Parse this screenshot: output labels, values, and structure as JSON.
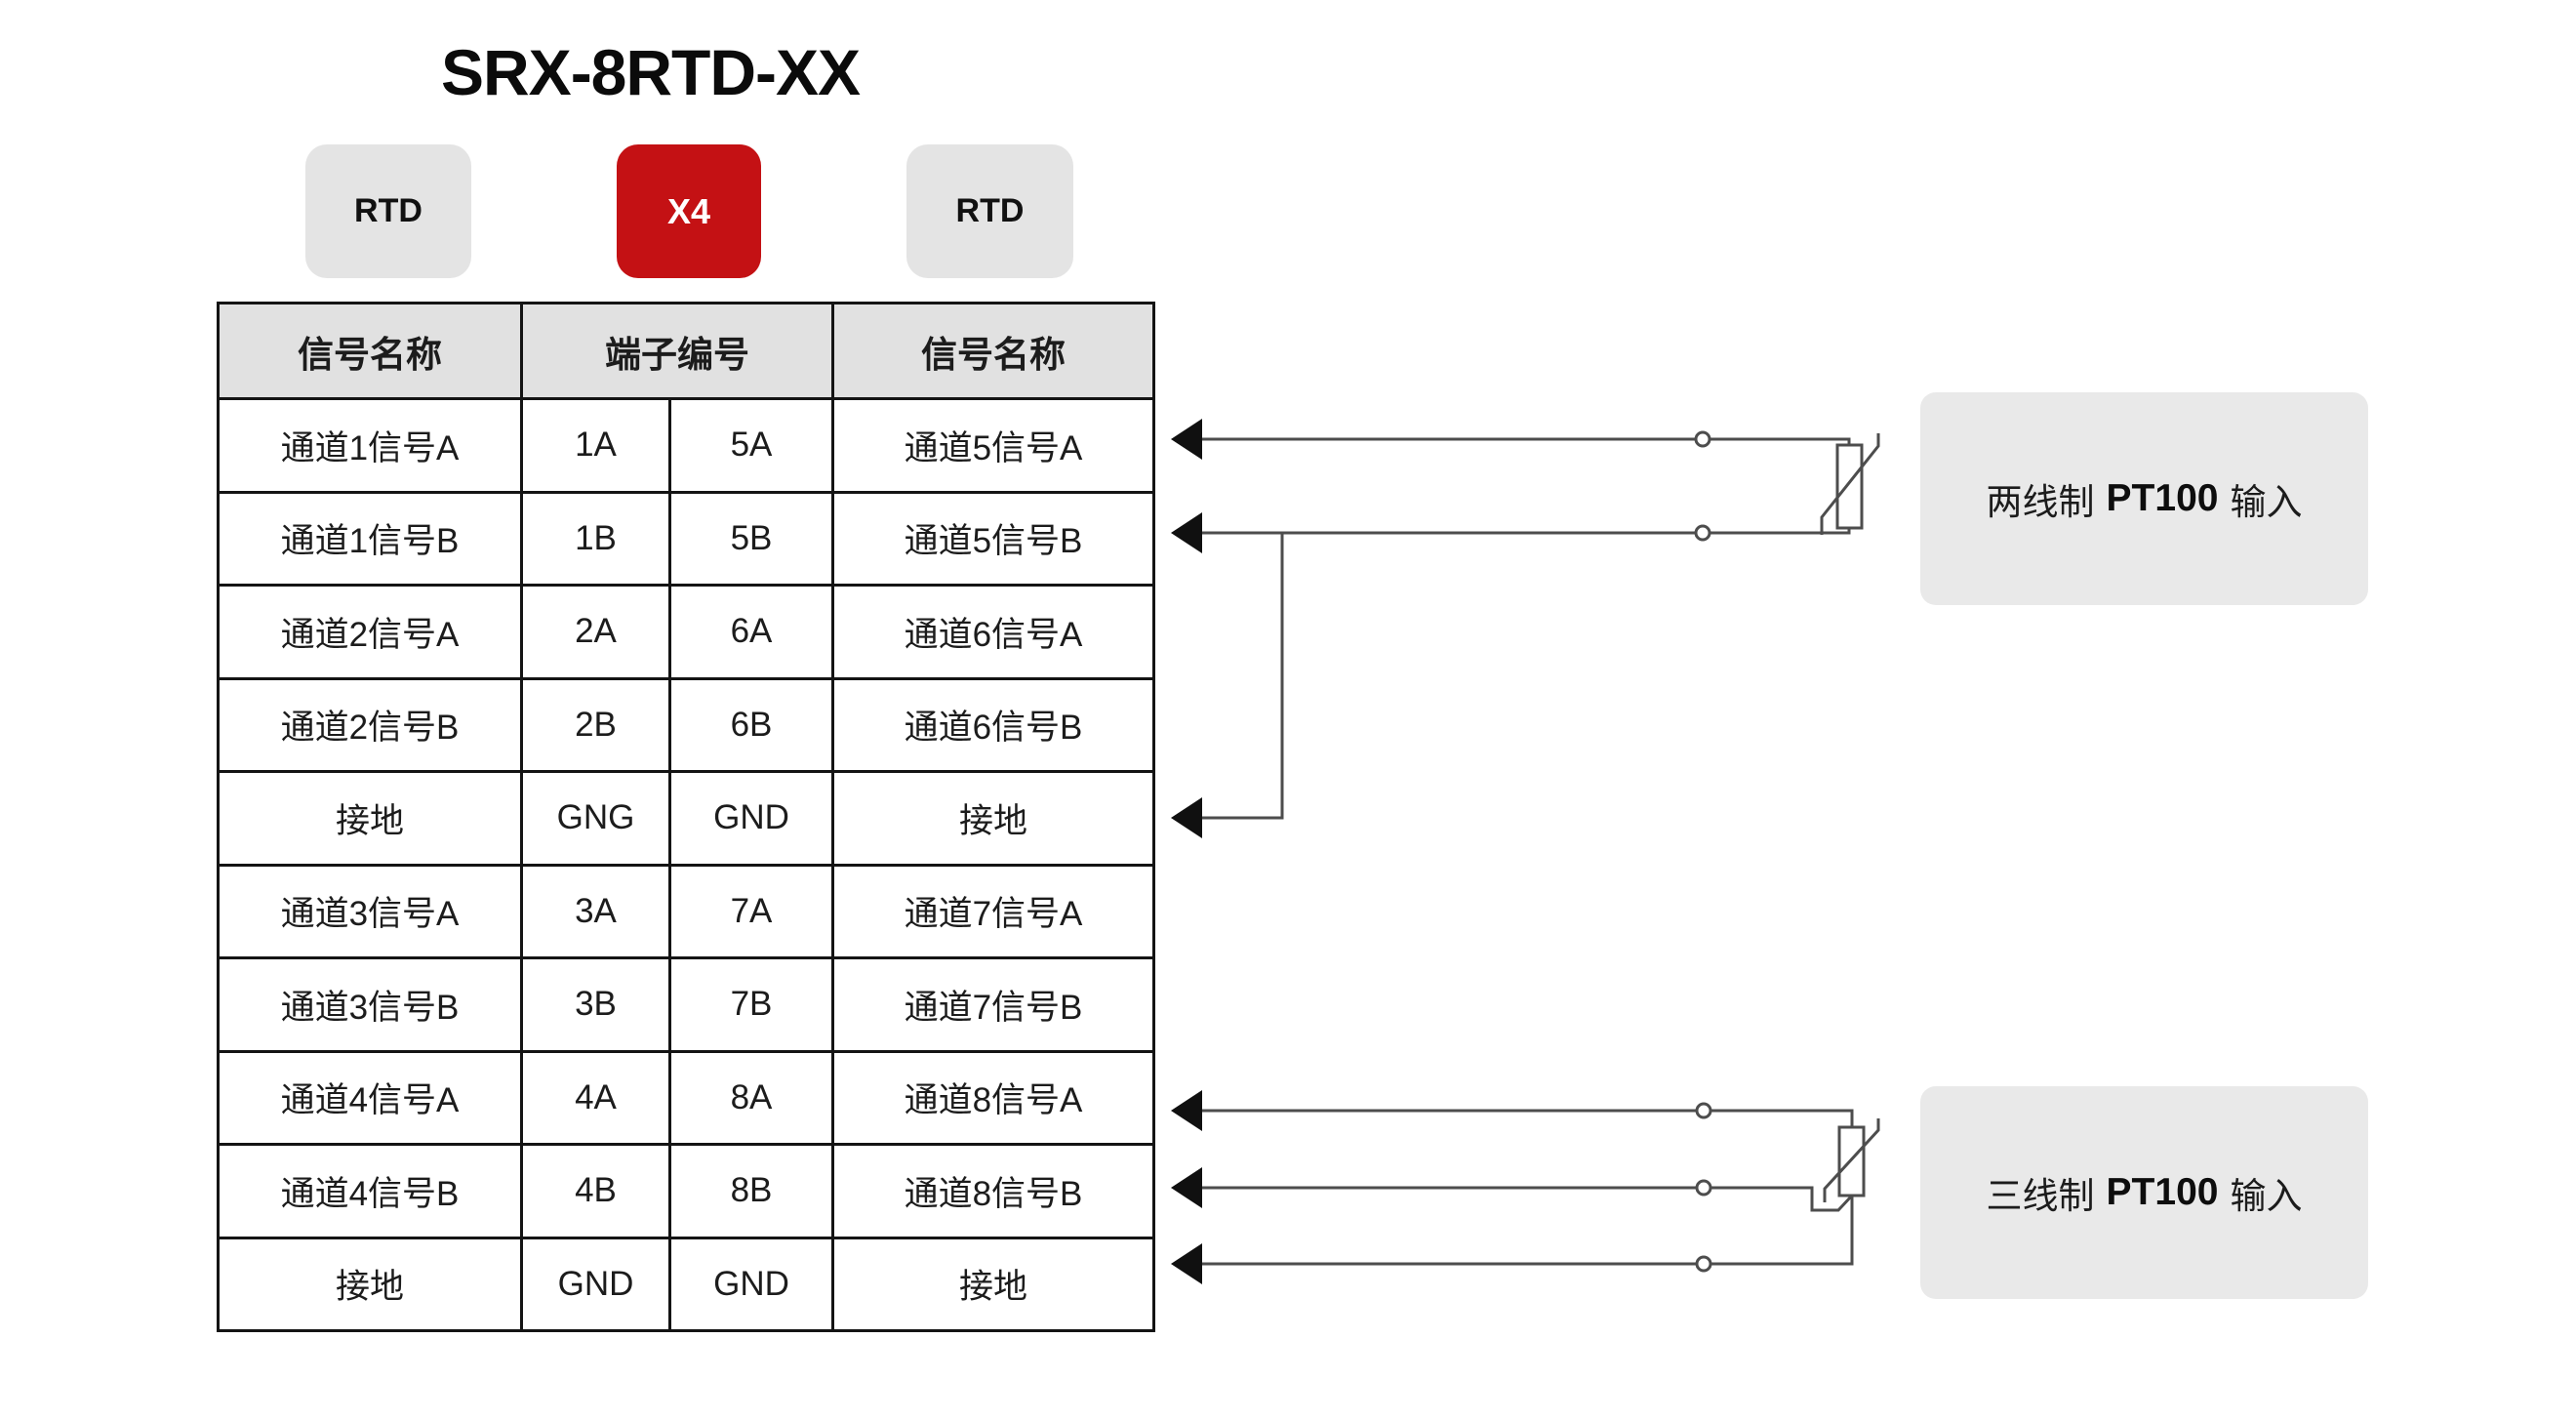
{
  "title": "SRX-8RTD-XX",
  "badges": {
    "left": "RTD",
    "center": "X4",
    "right": "RTD"
  },
  "table": {
    "headers": {
      "left": "信号名称",
      "center": "端子编号",
      "right": "信号名称"
    },
    "rows": [
      [
        "通道1信号A",
        "1A",
        "5A",
        "通道5信号A"
      ],
      [
        "通道1信号B",
        "1B",
        "5B",
        "通道5信号B"
      ],
      [
        "通道2信号A",
        "2A",
        "6A",
        "通道6信号A"
      ],
      [
        "通道2信号B",
        "2B",
        "6B",
        "通道6信号B"
      ],
      [
        "接地",
        "GNG",
        "GND",
        "接地"
      ],
      [
        "通道3信号A",
        "3A",
        "7A",
        "通道7信号A"
      ],
      [
        "通道3信号B",
        "3B",
        "7B",
        "通道7信号B"
      ],
      [
        "通道4信号A",
        "4A",
        "8A",
        "通道8信号A"
      ],
      [
        "通道4信号B",
        "4B",
        "8B",
        "通道8信号B"
      ],
      [
        "接地",
        "GND",
        "GND",
        "接地"
      ]
    ]
  },
  "annotations": {
    "two_wire": {
      "prefix": "两线制",
      "bold": "PT100",
      "suffix": "输入"
    },
    "three_wire": {
      "prefix": "三线制",
      "bold": "PT100",
      "suffix": "输入"
    }
  },
  "icons": {
    "wire_arrow": "black left-pointing arrowhead",
    "terminal_node": "small hollow connector circle",
    "rtd_sensor": "resistor rectangle with diagonal strike (RTD symbol)"
  },
  "colors": {
    "accent_red": "#c41114",
    "badge_gray": "#e4e4e4",
    "header_gray": "#e1e1e1",
    "label_box_gray": "#e9e9e9",
    "wire": "#4d4d4d",
    "table_border": "#141414",
    "arrow_black": "#101010"
  }
}
